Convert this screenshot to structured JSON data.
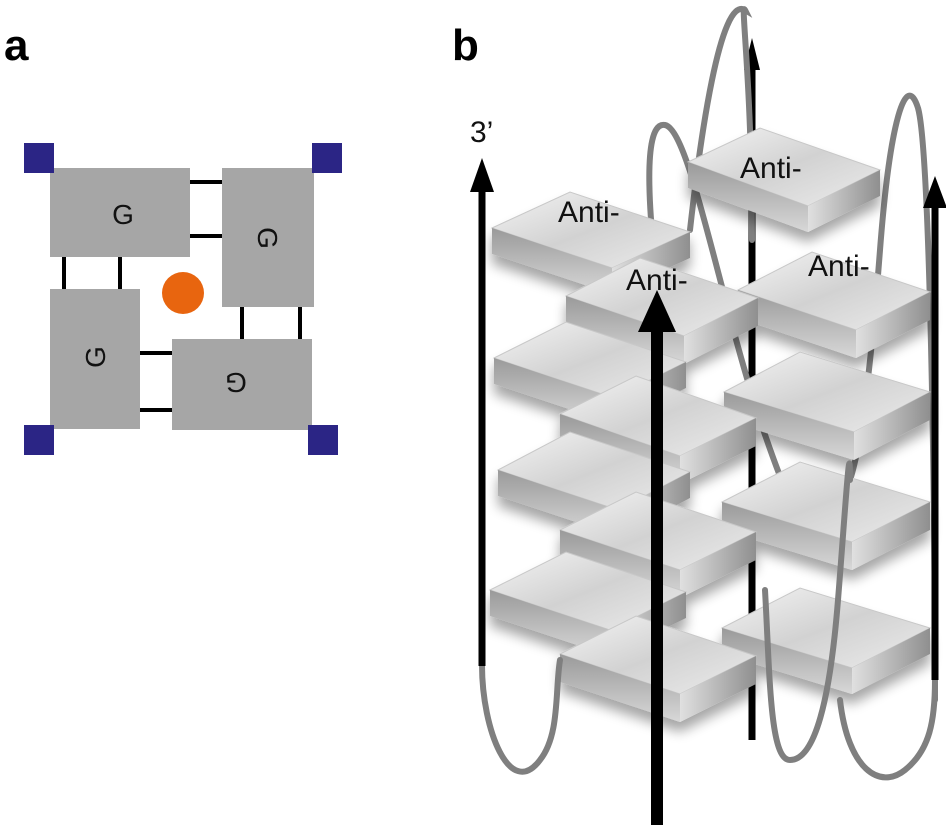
{
  "panels": {
    "a": {
      "label": "a",
      "tetrad_bases": [
        "G",
        "G",
        "G",
        "G"
      ]
    },
    "b": {
      "label": "b",
      "end_label": "3’",
      "syn_anti_labels": [
        "Anti-",
        "Anti-",
        "Anti-",
        "Anti-"
      ]
    }
  },
  "colors": {
    "tile": "#a6a6a6",
    "corner_marker": "#2b2585",
    "ion": "#e8650f",
    "backbone_loop": "#7f7f7f",
    "strand": "#000000"
  }
}
